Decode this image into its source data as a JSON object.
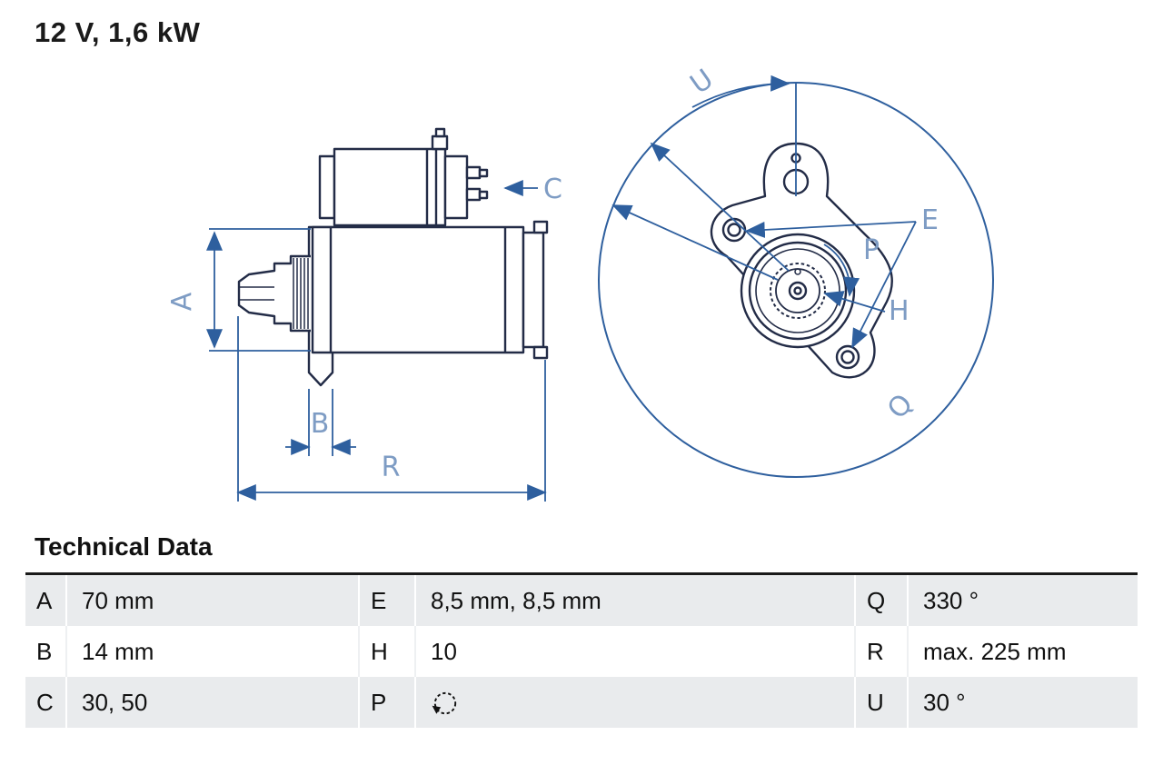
{
  "title": "12 V, 1,6 kW",
  "technical_data": {
    "heading": "Technical Data",
    "rows": [
      {
        "k1": "A",
        "v1": "70 mm",
        "k2": "E",
        "v2": "8,5 mm, 8,5 mm",
        "k3": "Q",
        "v3": "330 °"
      },
      {
        "k1": "B",
        "v1": "14 mm",
        "k2": "H",
        "v2": "10",
        "k3": "R",
        "v3": "max. 225 mm"
      },
      {
        "k1": "C",
        "v1": "30, 50",
        "k2": "P",
        "v2_icon": "counterclockwise-rotation-icon",
        "k3": "U",
        "v3": "30 °"
      }
    ]
  },
  "diagram": {
    "description": "Starter motor technical drawing: side view with dimensions A, B, C, R and front flange view with dimensions U, E, P, H, Q",
    "dimension_labels": {
      "A": "A",
      "B": "B",
      "C": "C",
      "R": "R",
      "U": "U",
      "E": "E",
      "P": "P",
      "H": "H",
      "Q": "Q"
    },
    "colors": {
      "outline": "#232c47",
      "dimension_line": "#2e5f9e",
      "label": "#7e9cc4",
      "table_stripe": "#e9ebed"
    }
  }
}
